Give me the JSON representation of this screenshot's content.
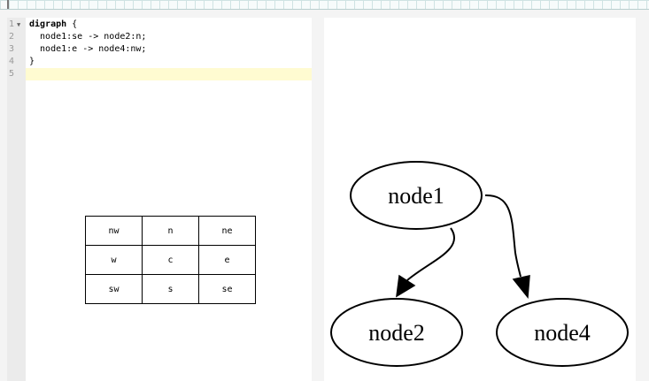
{
  "editor": {
    "lines": [
      {
        "num": "1",
        "fold": true,
        "keyword": "digraph",
        "rest": " {"
      },
      {
        "num": "2",
        "fold": false,
        "keyword": "",
        "rest": "  node1:se -> node2:n;"
      },
      {
        "num": "3",
        "fold": false,
        "keyword": "",
        "rest": "  node1:e -> node4:nw;"
      },
      {
        "num": "4",
        "fold": false,
        "keyword": "",
        "rest": "}"
      },
      {
        "num": "5",
        "fold": false,
        "keyword": "",
        "rest": "",
        "active": true
      }
    ]
  },
  "compass_table": [
    [
      "nw",
      "n",
      "ne"
    ],
    [
      "w",
      "c",
      "e"
    ],
    [
      "sw",
      "s",
      "se"
    ]
  ],
  "graph": {
    "nodes": [
      {
        "id": "node1",
        "label": "node1"
      },
      {
        "id": "node2",
        "label": "node2"
      },
      {
        "id": "node4",
        "label": "node4"
      }
    ],
    "edges": [
      {
        "from": "node1",
        "from_port": "se",
        "to": "node2",
        "to_port": "n"
      },
      {
        "from": "node1",
        "from_port": "e",
        "to": "node4",
        "to_port": "nw"
      }
    ]
  },
  "icons": {
    "fold_marker": "fold-arrow-icon"
  }
}
